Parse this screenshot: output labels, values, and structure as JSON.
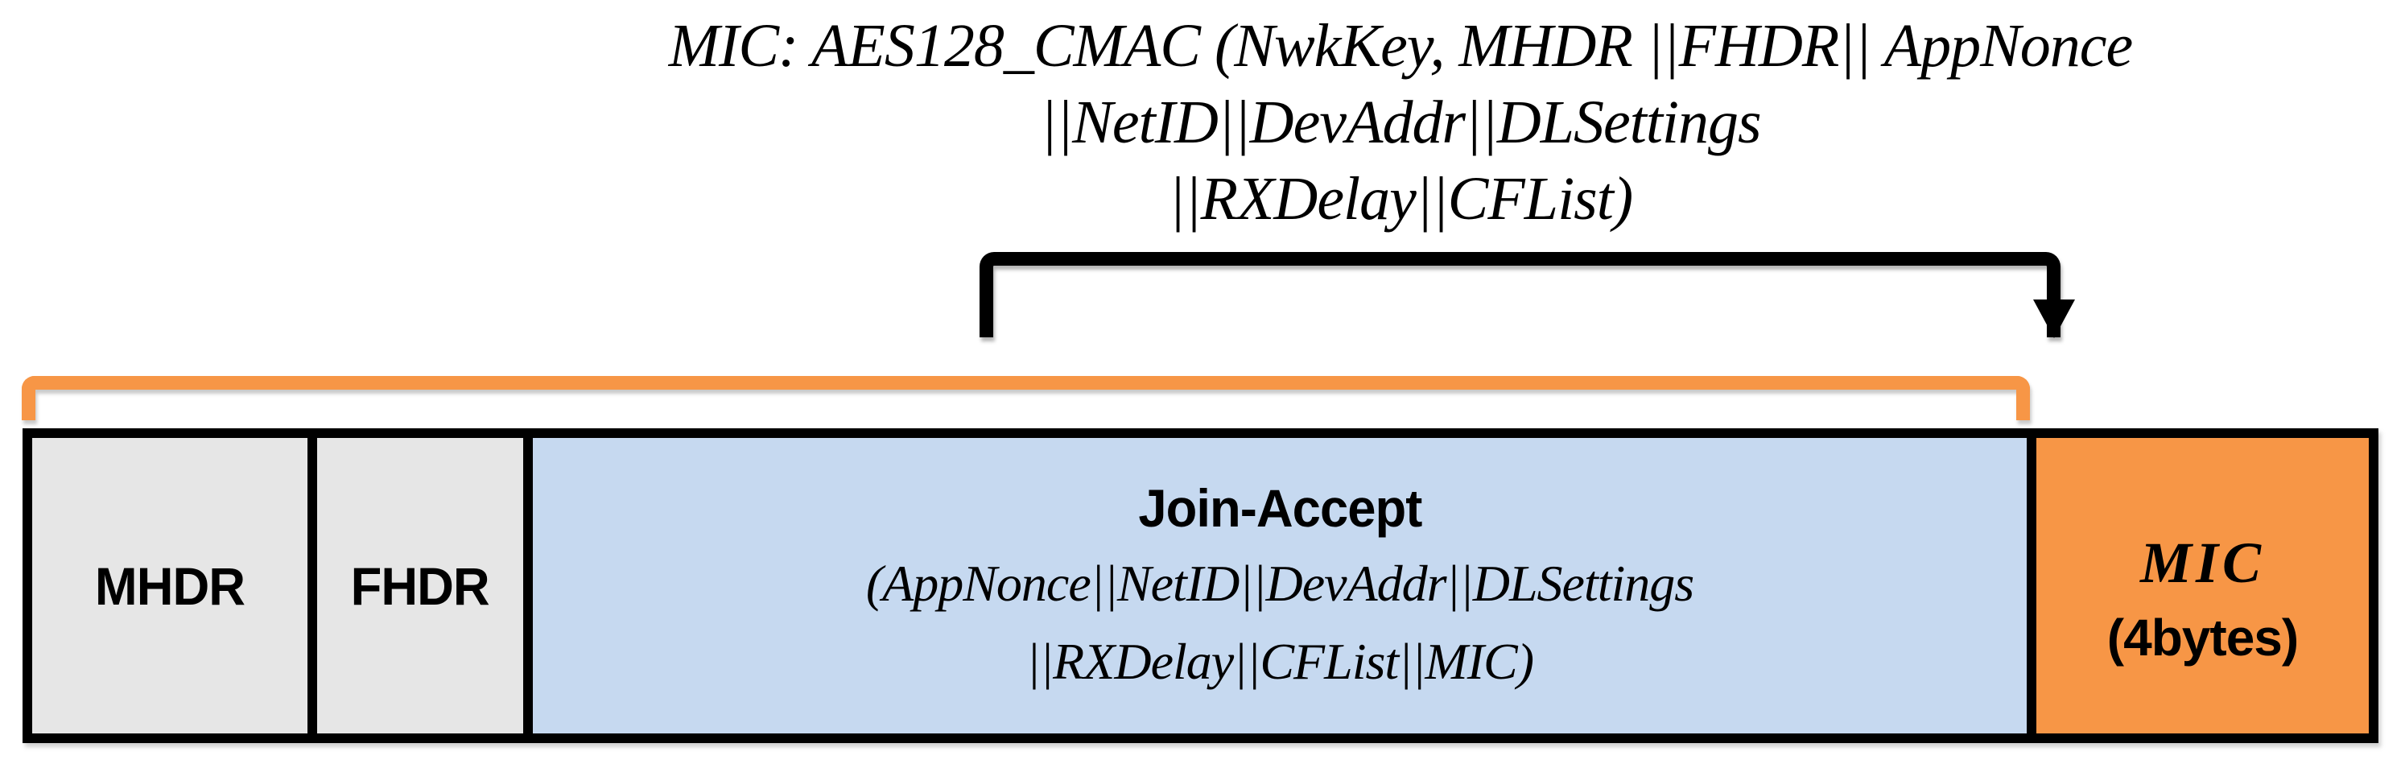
{
  "formula": {
    "line1": "MIC: AES128_CMAC (NwkKey, MHDR ||FHDR|| AppNonce",
    "line2": "||NetID||DevAddr||DLSettings",
    "line3": "||RXDelay||CFList)"
  },
  "packet": {
    "fields": [
      {
        "id": "mhdr",
        "label": "MHDR",
        "color": "#e6e6e6"
      },
      {
        "id": "fhdr",
        "label": "FHDR",
        "color": "#e6e6e6"
      },
      {
        "id": "join-accept",
        "title": "Join-Accept",
        "payload_line1": "(AppNonce||NetID||DevAddr||DLSettings",
        "payload_line2": "||RXDelay||CFList||MIC)",
        "color": "#c6d9f0"
      },
      {
        "id": "mic",
        "title": "MIC",
        "subtitle": "(4bytes)",
        "color": "#f79646"
      }
    ]
  },
  "colors": {
    "bracket_orange": "#f79646",
    "arrow_black": "#000000",
    "field_gray": "#e6e6e6",
    "field_blue": "#c6d9f0",
    "field_orange": "#f79646",
    "background": "#ffffff"
  }
}
